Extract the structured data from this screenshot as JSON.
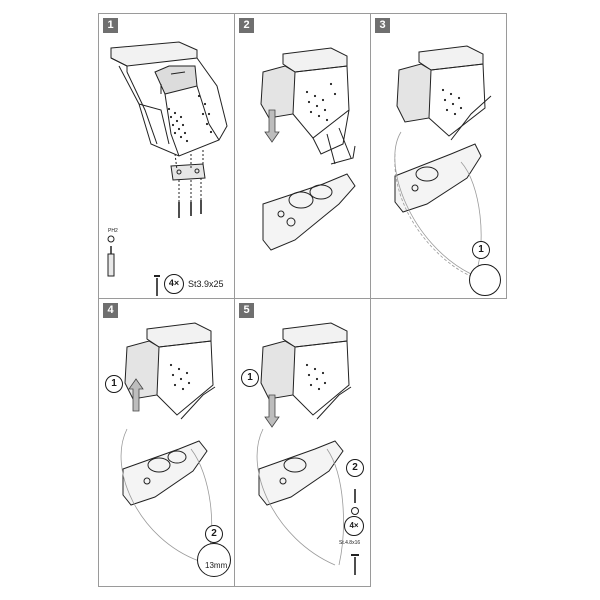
{
  "steps": [
    {
      "number": "1",
      "screw_count": "4×",
      "screw_spec": "St3.9x25",
      "tool_label": "PH2"
    },
    {
      "number": "2"
    },
    {
      "number": "3",
      "callout": "1"
    },
    {
      "number": "4",
      "callout_1": "1",
      "callout_2": "2",
      "measure": "13mm"
    },
    {
      "number": "5",
      "callout_1": "1",
      "callout_2": "2",
      "screw_count": "4×",
      "screw_spec": "St.4.8x16"
    }
  ]
}
